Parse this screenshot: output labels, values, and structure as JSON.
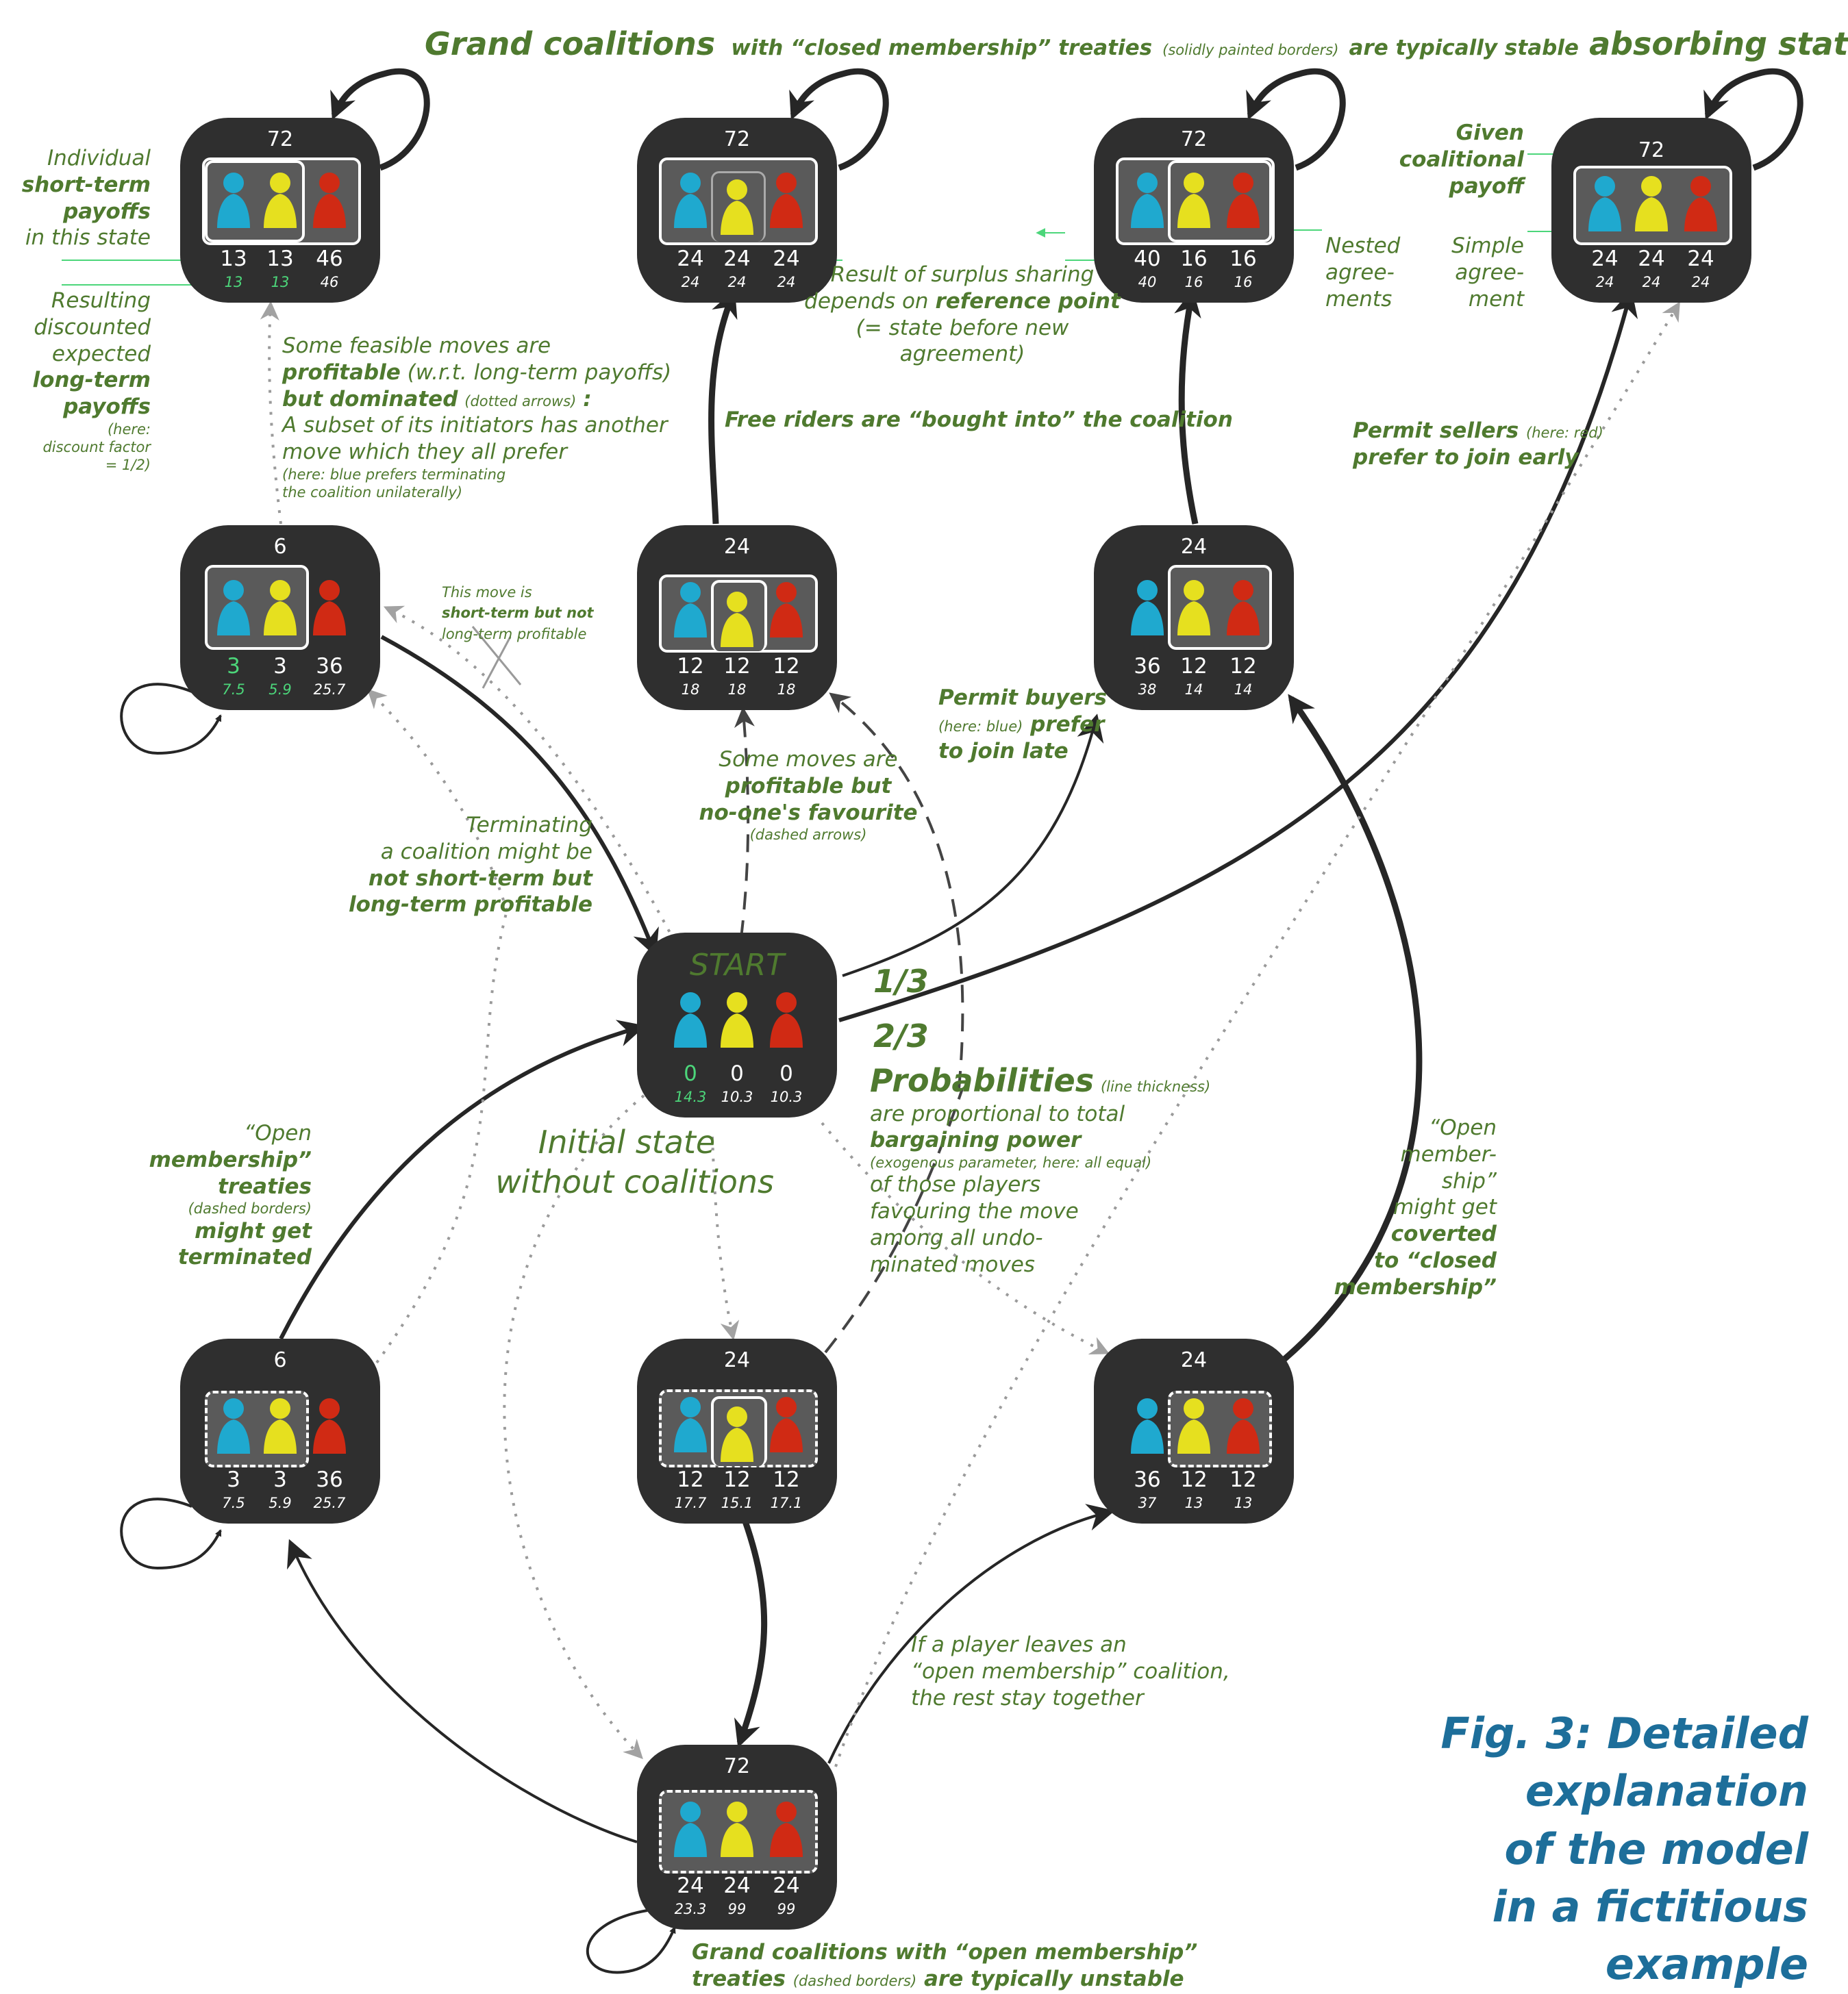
{
  "header": {
    "p1": "Grand coalitions",
    "p2": "with “closed membership” treaties",
    "p3": "(solidly painted borders)",
    "p4": "are typically stable",
    "p5": "absorbing states"
  },
  "figure_caption": [
    "Fig. 3: Detailed",
    "explanation",
    "of the model",
    "in a fictitious",
    "example"
  ],
  "colors": {
    "blue_player": "#1fa9cf",
    "yellow_player": "#e6e01f",
    "red_player": "#d02a14",
    "label_green": "#4f7a2f",
    "caption_blue": "#1d6e9a",
    "box": "#2f2f2f",
    "highlight_green": "#4cd67a"
  },
  "states": {
    "top1": {
      "payoff": "72",
      "short": [
        "13",
        "13",
        "46"
      ],
      "long": [
        "13",
        "13",
        "46"
      ]
    },
    "top2": {
      "payoff": "72",
      "short": [
        "24",
        "24",
        "24"
      ],
      "long": [
        "24",
        "24",
        "24"
      ]
    },
    "top3": {
      "payoff": "72",
      "short": [
        "40",
        "16",
        "16"
      ],
      "long": [
        "40",
        "16",
        "16"
      ]
    },
    "top4": {
      "payoff": "72",
      "short": [
        "24",
        "24",
        "24"
      ],
      "long": [
        "24",
        "24",
        "24"
      ]
    },
    "mid1": {
      "payoff": "6",
      "short": [
        "3",
        "3",
        "36"
      ],
      "long": [
        "7.5",
        "5.9",
        "25.7"
      ]
    },
    "mid2": {
      "payoff": "24",
      "short": [
        "12",
        "12",
        "12"
      ],
      "long": [
        "18",
        "18",
        "18"
      ]
    },
    "mid3": {
      "payoff": "24",
      "short": [
        "36",
        "12",
        "12"
      ],
      "long": [
        "38",
        "14",
        "14"
      ]
    },
    "start": {
      "label": "START",
      "short": [
        "0",
        "0",
        "0"
      ],
      "long": [
        "14.3",
        "10.3",
        "10.3"
      ]
    },
    "low1": {
      "payoff": "6",
      "short": [
        "3",
        "3",
        "36"
      ],
      "long": [
        "7.5",
        "5.9",
        "25.7"
      ]
    },
    "low2": {
      "payoff": "24",
      "short": [
        "12",
        "12",
        "12"
      ],
      "long": [
        "17.7",
        "15.1",
        "17.1"
      ]
    },
    "low3": {
      "payoff": "24",
      "short": [
        "36",
        "12",
        "12"
      ],
      "long": [
        "37",
        "13",
        "13"
      ]
    },
    "bottom": {
      "payoff": "72",
      "short": [
        "24",
        "24",
        "24"
      ],
      "long": [
        "23.3",
        "99",
        "99"
      ]
    }
  },
  "annotations": {
    "individual": [
      "Individual",
      "short-term",
      "payoffs",
      "in this state"
    ],
    "resulting": [
      "Resulting",
      "discounted",
      "expected",
      "long-term",
      "payoffs"
    ],
    "resulting_note": [
      "(here:",
      "discount factor",
      "= 1/2)"
    ],
    "given": [
      "Given",
      "coalitional",
      "payoff"
    ],
    "simple": [
      "Simple",
      "agree-",
      "ment"
    ],
    "nested": [
      "Nested",
      "agree-",
      "ments"
    ],
    "surplus": [
      "Result of surplus sharing",
      "depends on",
      "reference point",
      "(= state before new agreement)"
    ],
    "free_riders": "Free riders are “bought into” the coalition",
    "permit_sellers": [
      "Permit sellers",
      "(here: red)",
      "prefer to join early"
    ],
    "feasible": [
      "Some feasible moves are",
      "profitable",
      "(w.r.t. long-term payoffs)",
      "but",
      "dominated",
      "(dotted arrows)",
      ":",
      "A subset of its initiators has another",
      "move which they all prefer",
      "(here: blue prefers terminating",
      "the coalition unilaterally)"
    ],
    "this_move": [
      "This move is",
      "short-term but not",
      "long-term profitable"
    ],
    "some_moves": [
      "Some moves are",
      "profitable but",
      "no-one's favourite",
      "(dashed arrows)"
    ],
    "permit_buyers": [
      "Permit buyers",
      "(here: blue)",
      "prefer",
      "to join late"
    ],
    "terminating": [
      "Terminating",
      "a coalition might be",
      "not short-term but",
      "long-term profitable"
    ],
    "prob_1": "1/3",
    "prob_2": "2/3",
    "probabilities": [
      "Probabilities",
      "(line thickness)",
      "are proportional to total",
      "bargaining power",
      "(exogenous parameter, here: all equal)",
      "of those players",
      "favouring the move",
      "among all undo-",
      "minated moves"
    ],
    "initial": [
      "Initial state",
      "without coalitions"
    ],
    "open_treaties": [
      "“Open",
      "membership”",
      "treaties",
      "(dashed borders)",
      "might get",
      "terminated"
    ],
    "open_conv": [
      "“Open",
      "member-",
      "ship”",
      "might get",
      "coverted",
      "to “closed",
      "membership”"
    ],
    "leaves": [
      "If a player leaves an",
      "“open membership” coalition,",
      "the rest stay together"
    ],
    "bottom_note": [
      "Grand coalitions with “open membership”",
      "treaties",
      "(dashed borders)",
      "are typically unstable"
    ]
  }
}
